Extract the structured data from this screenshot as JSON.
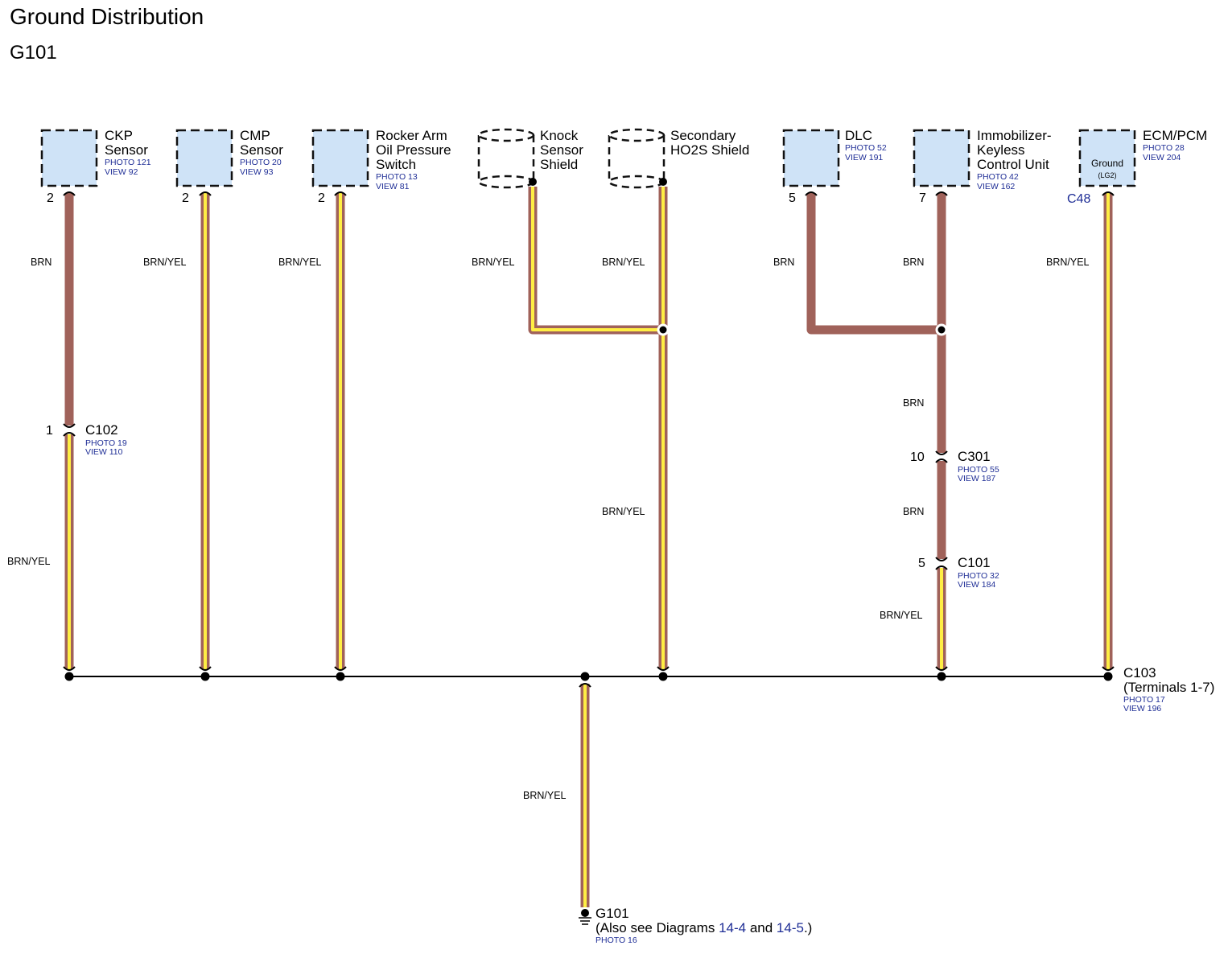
{
  "header": {
    "title": "Ground Distribution",
    "subtitle": "G101"
  },
  "colors": {
    "brown": "#a0625a",
    "yellow": "#ffee44",
    "component_fill": "#cfe3f7",
    "ref_text": "#1f2e96"
  },
  "components": {
    "ckp": {
      "name": [
        "CKP",
        "Sensor"
      ],
      "photo": "PHOTO 121",
      "view": "VIEW 92",
      "pin": "2"
    },
    "cmp": {
      "name": [
        "CMP",
        "Sensor"
      ],
      "photo": "PHOTO 20",
      "view": "VIEW 93",
      "pin": "2"
    },
    "rocker": {
      "name": [
        "Rocker Arm",
        "Oil Pressure",
        "Switch"
      ],
      "photo": "PHOTO 13",
      "view": "VIEW 81",
      "pin": "2"
    },
    "knock": {
      "name": [
        "Knock",
        "Sensor",
        "Shield"
      ]
    },
    "ho2s": {
      "name": [
        "Secondary",
        "HO2S Shield"
      ]
    },
    "dlc": {
      "name": [
        "DLC"
      ],
      "photo": "PHOTO 52",
      "view": "VIEW 191",
      "pin": "5"
    },
    "immob": {
      "name": [
        "Immobilizer-",
        "Keyless",
        "Control Unit"
      ],
      "photo": "PHOTO 42",
      "view": "VIEW 162",
      "pin": "7"
    },
    "ecm": {
      "name": [
        "ECM/PCM"
      ],
      "photo": "PHOTO 28",
      "view": "VIEW 204",
      "inner": [
        "Ground",
        "(LG2)"
      ],
      "connector": "C48"
    }
  },
  "wire_labels": {
    "brn": "BRN",
    "brn_yel": "BRN/YEL"
  },
  "connectors": {
    "c102": {
      "name": "C102",
      "pin": "1",
      "photo": "PHOTO 19",
      "view": "VIEW 110"
    },
    "c301": {
      "name": "C301",
      "pin": "10",
      "photo": "PHOTO 55",
      "view": "VIEW 187"
    },
    "c101": {
      "name": "C101",
      "pin": "5",
      "photo": "PHOTO 32",
      "view": "VIEW 184"
    },
    "c103": {
      "name": "C103",
      "note": "(Terminals 1-7)",
      "photo": "PHOTO 17",
      "view": "VIEW 196"
    }
  },
  "ground": {
    "name": "G101",
    "note_prefix": "(Also see Diagrams ",
    "link1": "14-4",
    "note_mid": " and ",
    "link2": "14-5",
    "note_suffix": ".)",
    "photo": "PHOTO 16"
  }
}
